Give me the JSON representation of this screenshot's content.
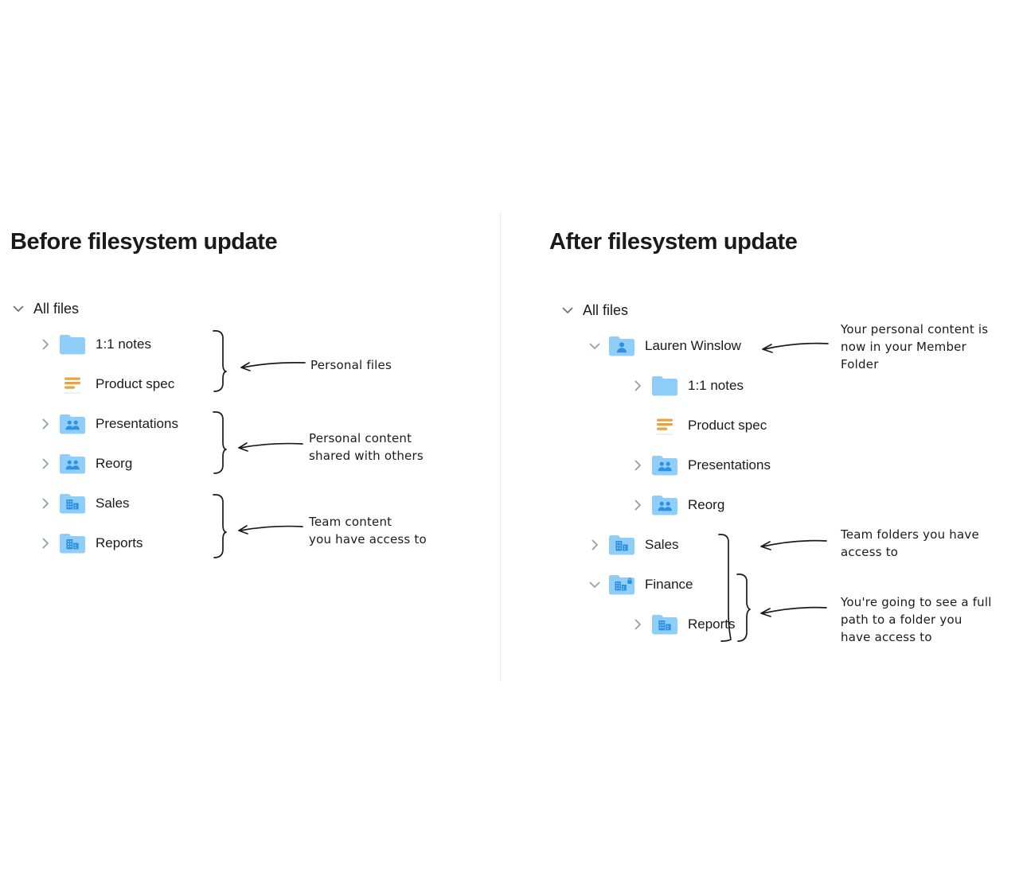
{
  "panels": {
    "before": {
      "title": "Before filesystem update",
      "root": {
        "label": "All files",
        "chevron": "chevron-down-icon"
      },
      "rows": [
        {
          "label": "1:1 notes",
          "icon": "folder-icon",
          "chevron": "chevron-right-icon",
          "indent": 1
        },
        {
          "label": "Product spec",
          "icon": "paper-doc-icon",
          "chevron": "none",
          "indent": 1
        },
        {
          "label": "Presentations",
          "icon": "shared-folder-icon",
          "chevron": "chevron-right-icon",
          "indent": 1
        },
        {
          "label": "Reorg",
          "icon": "shared-folder-icon",
          "chevron": "chevron-right-icon",
          "indent": 1
        },
        {
          "label": "Sales",
          "icon": "team-folder-icon",
          "chevron": "chevron-right-icon",
          "indent": 1
        },
        {
          "label": "Reports",
          "icon": "team-folder-icon",
          "chevron": "chevron-right-icon",
          "indent": 1
        }
      ],
      "annotations": [
        {
          "text": "Personal files"
        },
        {
          "text": "Personal content\nshared with others"
        },
        {
          "text": "Team content\nyou have access to"
        }
      ]
    },
    "after": {
      "title": "After filesystem update",
      "root": {
        "label": "All files",
        "chevron": "chevron-down-icon"
      },
      "rows": [
        {
          "label": "Lauren Winslow",
          "icon": "member-folder-icon",
          "chevron": "chevron-down-icon",
          "indent": 1
        },
        {
          "label": "1:1 notes",
          "icon": "folder-icon",
          "chevron": "chevron-right-icon",
          "indent": 2
        },
        {
          "label": "Product spec",
          "icon": "paper-doc-icon",
          "chevron": "none",
          "indent": 2
        },
        {
          "label": "Presentations",
          "icon": "shared-folder-icon",
          "chevron": "chevron-right-icon",
          "indent": 2
        },
        {
          "label": "Reorg",
          "icon": "shared-folder-icon",
          "chevron": "chevron-right-icon",
          "indent": 2
        },
        {
          "label": "Sales",
          "icon": "team-folder-icon",
          "chevron": "chevron-right-icon",
          "indent": 1
        },
        {
          "label": "Finance",
          "icon": "locked-team-folder-icon",
          "chevron": "chevron-down-icon",
          "indent": 1
        },
        {
          "label": "Reports",
          "icon": "team-folder-icon",
          "chevron": "chevron-right-icon",
          "indent": 2
        }
      ],
      "annotations": [
        {
          "text": "Your personal content is\nnow in your Member\nFolder"
        },
        {
          "text": "Team folders you have\naccess to"
        },
        {
          "text": "You're going to see a full\npath to a folder you\nhave access to"
        }
      ]
    }
  },
  "colors": {
    "folder_blue": "#8ecef8",
    "folder_glyph_blue": "#2f8fe0",
    "doc_orange": "#e8a33d",
    "chevron_gray": "#9aa0a6",
    "text_dark": "#1a1a1a",
    "divider": "#ececec",
    "ink": "#1b1b1b"
  }
}
